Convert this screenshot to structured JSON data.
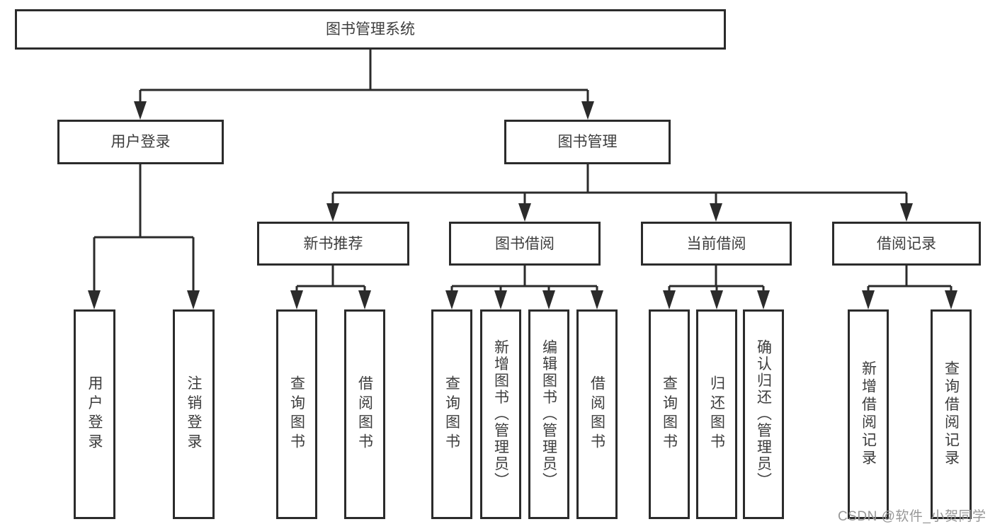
{
  "watermark": "CSDN @软件_小贺同学",
  "colors": {
    "line": "#2b2b2b",
    "node_border": "#2b2b2b",
    "node_text": "#3d3d3d",
    "watermark_text": "#979797",
    "background": "#ffffff"
  },
  "tree": {
    "root": "图书管理系统",
    "branches": [
      {
        "label": "用户登录",
        "children": [
          {
            "label": "用户登录"
          },
          {
            "label": "注销登录"
          }
        ]
      },
      {
        "label": "图书管理",
        "children": [
          {
            "label": "新书推荐",
            "children": [
              {
                "label": "查询图书"
              },
              {
                "label": "借阅图书"
              }
            ]
          },
          {
            "label": "图书借阅",
            "children": [
              {
                "label": "查询图书"
              },
              {
                "label": "新增图书（管理员）"
              },
              {
                "label": "编辑图书（管理员）"
              },
              {
                "label": "借阅图书"
              }
            ]
          },
          {
            "label": "当前借阅",
            "children": [
              {
                "label": "查询图书"
              },
              {
                "label": "归还图书"
              },
              {
                "label": "确认归还（管理员）"
              }
            ]
          },
          {
            "label": "借阅记录",
            "children": [
              {
                "label": "新增借阅记录"
              },
              {
                "label": "查询借阅记录"
              }
            ]
          }
        ]
      }
    ]
  }
}
